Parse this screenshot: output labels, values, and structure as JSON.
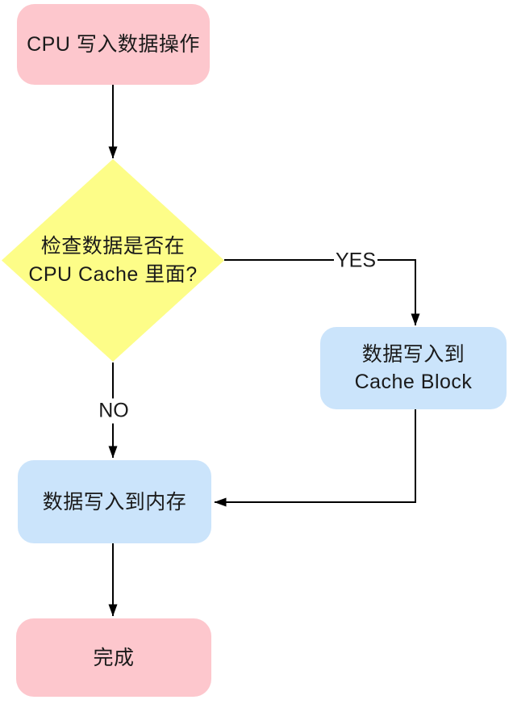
{
  "diagram": {
    "type": "flowchart",
    "background": "#ffffff",
    "colors": {
      "node_pink": "#fdc7cd",
      "node_yellow": "#fdfd88",
      "node_blue": "#cbe4fb",
      "connector": "#000000",
      "text": "#1a1a1a"
    },
    "nodes": [
      {
        "id": "start",
        "shape": "rounded-rect",
        "fill": "#fdc7cd",
        "lines": [
          "CPU 写入数据操作"
        ]
      },
      {
        "id": "decision",
        "shape": "diamond",
        "fill": "#fdfd88",
        "lines": [
          "检查数据是否在",
          "CPU Cache 里面?"
        ]
      },
      {
        "id": "cache-block",
        "shape": "rounded-rect",
        "fill": "#cbe4fb",
        "lines": [
          "数据写入到",
          "Cache Block"
        ]
      },
      {
        "id": "memory",
        "shape": "rounded-rect",
        "fill": "#cbe4fb",
        "lines": [
          "数据写入到内存"
        ]
      },
      {
        "id": "done",
        "shape": "rounded-rect",
        "fill": "#fdc7cd",
        "lines": [
          "完成"
        ]
      }
    ],
    "edges": [
      {
        "from": "start",
        "to": "decision",
        "label": ""
      },
      {
        "from": "decision",
        "to": "cache-block",
        "label": "YES"
      },
      {
        "from": "decision",
        "to": "memory",
        "label": "NO"
      },
      {
        "from": "cache-block",
        "to": "memory",
        "label": ""
      },
      {
        "from": "memory",
        "to": "done",
        "label": ""
      }
    ]
  }
}
